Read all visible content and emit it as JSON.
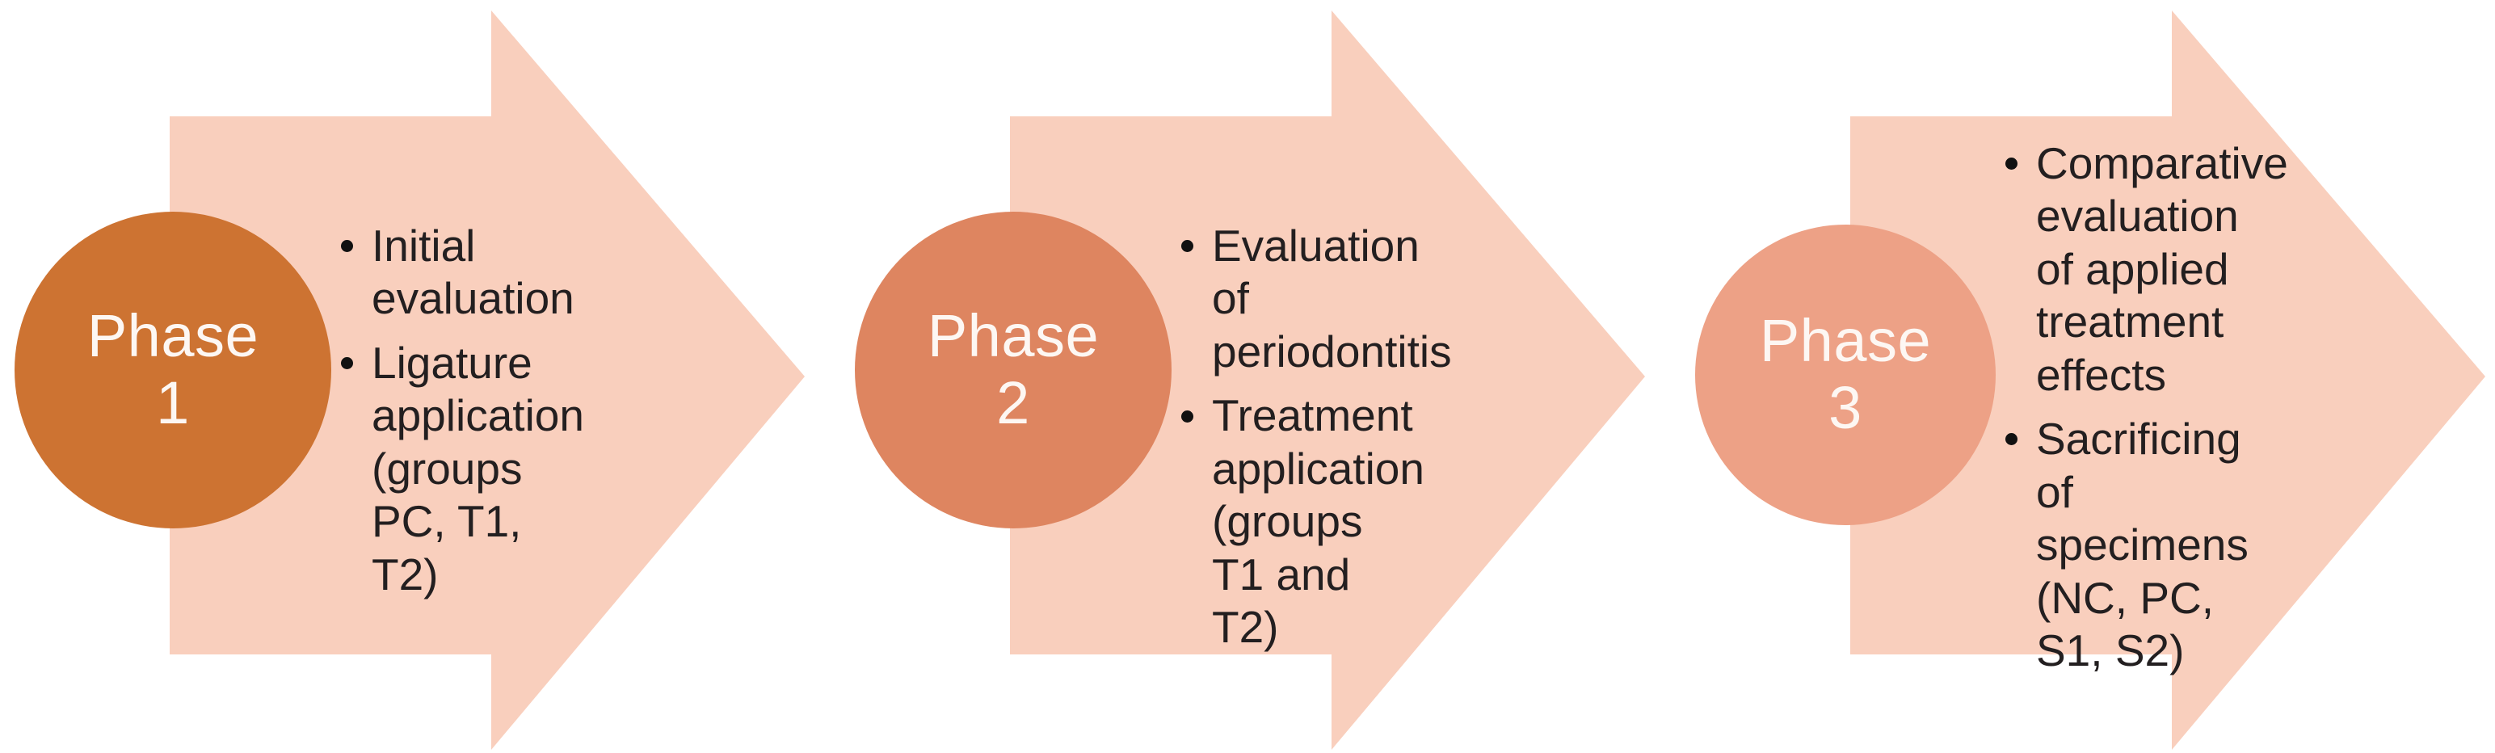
{
  "diagram": {
    "title": "Study phases flow",
    "background_color": "#ffffff",
    "arrow_color": "#f9cfbd",
    "text_color": "#231f20",
    "circle_label_color": "#fdf7f3",
    "phases": [
      {
        "circle_word": "Phase",
        "circle_number": "1",
        "circle_color": "#cd7332",
        "bullets": [
          "Initial evaluation",
          "Ligature application (groups PC, T1, T2)"
        ]
      },
      {
        "circle_word": "Phase",
        "circle_number": "2",
        "circle_color": "#de8560",
        "bullets": [
          "Evaluation of periodontitis",
          "Treatment application (groups T1 and T2)"
        ]
      },
      {
        "circle_word": "Phase",
        "circle_number": "3",
        "circle_color": "#eda186",
        "bullets": [
          "Comparative evaluation of applied treatment effects",
          "Sacrificing of specimens (NC, PC, S1, S2)"
        ]
      }
    ]
  }
}
